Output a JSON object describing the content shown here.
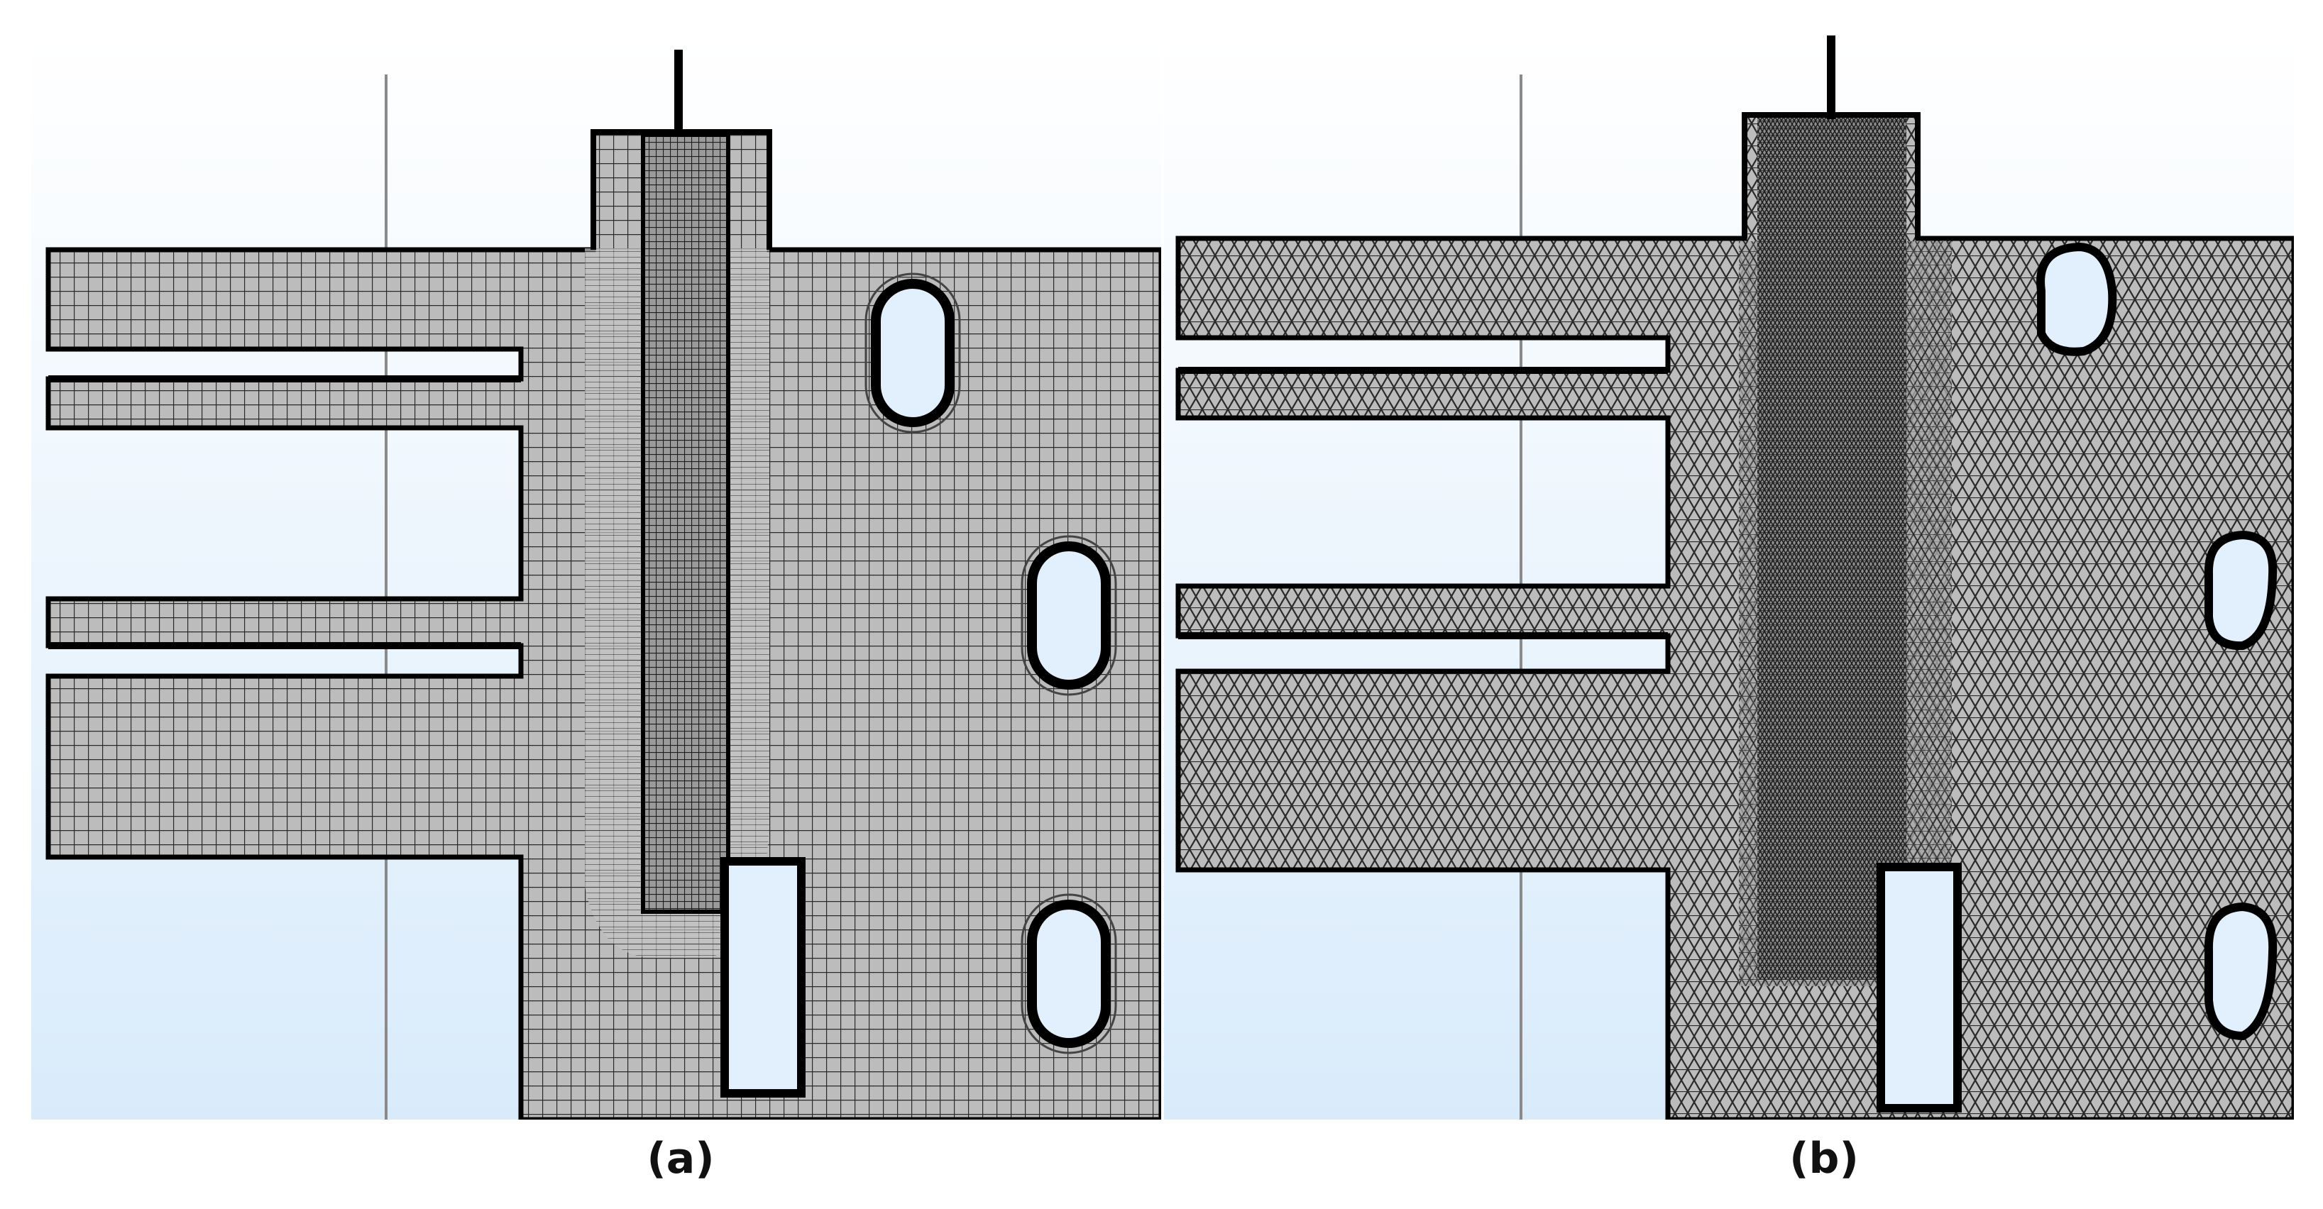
{
  "figure": {
    "panels": [
      {
        "id": "a",
        "label": "(a)",
        "mesh": "mapped-quadrilateral"
      },
      {
        "id": "b",
        "label": "(b)",
        "mesh": "free-triangular"
      }
    ],
    "colors": {
      "background_top": "#ffffff",
      "background_bottom": "#d9ebfb",
      "part_fill": "#bcbcbc",
      "mesh_line": "#2a2a2a",
      "outline": "#000000",
      "hole_fill": "#e2f0fd",
      "grid_line": "#8a8a8a",
      "dense_core": "#3a3a3a"
    }
  }
}
